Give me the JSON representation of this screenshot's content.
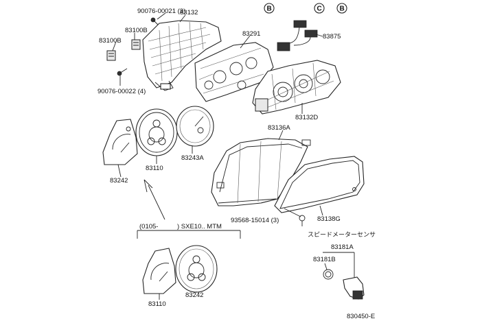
{
  "circled_refs": [
    "B",
    "C",
    "B"
  ],
  "parts": {
    "screw_top": "90076-00021 (3)",
    "housing": "83132",
    "clip": "83100B",
    "clip_b": "83100B",
    "screw_bottom": "90076-00022 (4)",
    "circuit_plate": "83291",
    "connector": "83875",
    "cluster_back": "83132D",
    "cover_frame": "83136A",
    "dial_left": "83242",
    "dial_main": "83110",
    "dial_right": "83243A",
    "screw_lower": "93568-15014 (3)",
    "lens": "83138G",
    "speed_sensor_jp": "スピードメーターセンサ",
    "speed_sensor": "83181A",
    "o_ring": "83181B",
    "variant_range": "(0105-",
    "variant_model": ") SXE10.. MTM",
    "variant_dial_main": "83110",
    "variant_dial_side": "83242",
    "diagram_code": "830450-E"
  }
}
